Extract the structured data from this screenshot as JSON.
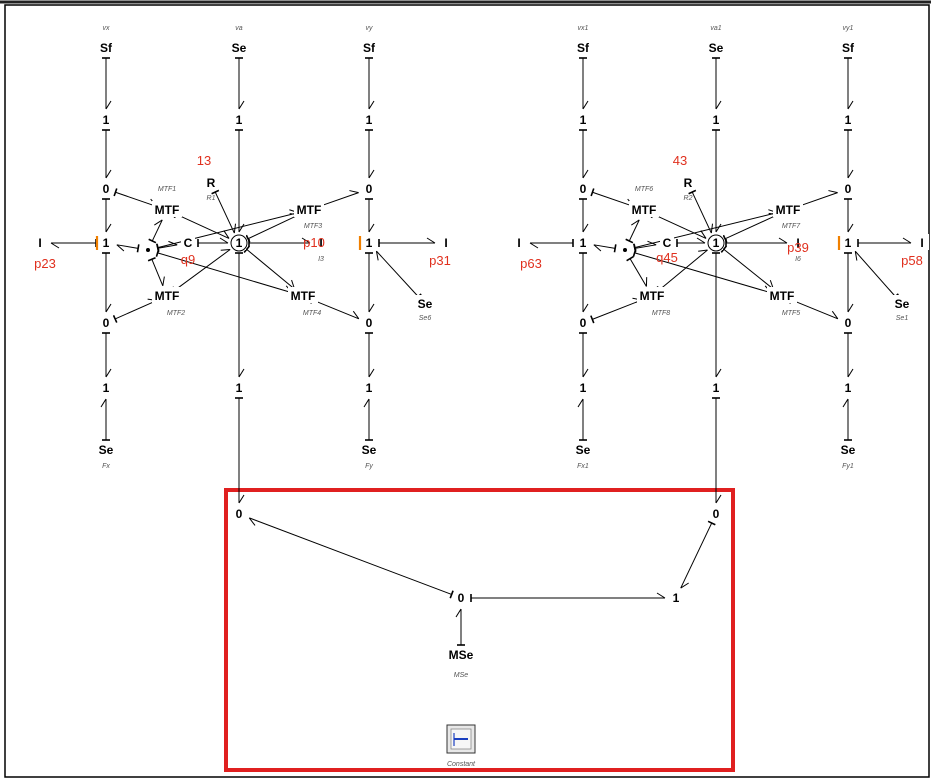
{
  "diagram": {
    "nodes": [
      {
        "id": "n_vx",
        "label": "Sf",
        "sub": "vx"
      },
      {
        "id": "n_va",
        "label": "Se",
        "sub": "va"
      },
      {
        "id": "n_vy",
        "label": "Sf",
        "sub": "vy"
      },
      {
        "id": "n_j1",
        "label": "1"
      },
      {
        "id": "n_j2",
        "label": "1"
      },
      {
        "id": "n_j3",
        "label": "1"
      },
      {
        "id": "n_j4",
        "label": "0"
      },
      {
        "id": "n_j5",
        "label": "0"
      },
      {
        "id": "n_R1",
        "label": "R",
        "sub": "R1"
      },
      {
        "id": "n_MTF1",
        "label": "MTF",
        "sub": "MTF1"
      },
      {
        "id": "n_MTF3",
        "label": "MTF",
        "sub": "MTF3"
      },
      {
        "id": "n_I1",
        "label": "I"
      },
      {
        "id": "n_J6",
        "label": "1"
      },
      {
        "id": "n_C",
        "label": "C"
      },
      {
        "id": "n_J7",
        "label": "1"
      },
      {
        "id": "n_I3",
        "label": "I",
        "sub": "I3"
      },
      {
        "id": "n_J8",
        "label": "1"
      },
      {
        "id": "n_I2",
        "label": "I"
      },
      {
        "id": "n_MTF2",
        "label": "MTF",
        "sub": "MTF2"
      },
      {
        "id": "n_MTF4",
        "label": "MTF",
        "sub": "MTF4"
      },
      {
        "id": "n_Se6",
        "label": "Se",
        "sub": "Se6"
      },
      {
        "id": "n_j9",
        "label": "0"
      },
      {
        "id": "n_j10",
        "label": "0"
      },
      {
        "id": "n_j11",
        "label": "1"
      },
      {
        "id": "n_j12",
        "label": "1"
      },
      {
        "id": "n_j13",
        "label": "1"
      },
      {
        "id": "n_Fx",
        "label": "Se",
        "sub": "Fx"
      },
      {
        "id": "n_Fy",
        "label": "Se",
        "sub": "Fy"
      },
      {
        "id": "m_vx",
        "label": "Sf",
        "sub": "vx1"
      },
      {
        "id": "m_va",
        "label": "Se",
        "sub": "va1"
      },
      {
        "id": "m_vy",
        "label": "Sf",
        "sub": "vy1"
      },
      {
        "id": "m_j1",
        "label": "1"
      },
      {
        "id": "m_j2",
        "label": "1"
      },
      {
        "id": "m_j3",
        "label": "1"
      },
      {
        "id": "m_j4",
        "label": "0"
      },
      {
        "id": "m_j5",
        "label": "0"
      },
      {
        "id": "m_R",
        "label": "R",
        "sub": "R2"
      },
      {
        "id": "m_MTF6",
        "label": "MTF",
        "sub": "MTF6"
      },
      {
        "id": "m_MTF7",
        "label": "MTF",
        "sub": "MTF7"
      },
      {
        "id": "m_I1",
        "label": "I"
      },
      {
        "id": "m_J6",
        "label": "1"
      },
      {
        "id": "m_C",
        "label": "C"
      },
      {
        "id": "m_J7",
        "label": "1"
      },
      {
        "id": "m_I3",
        "label": "I",
        "sub": "I6"
      },
      {
        "id": "m_J8",
        "label": "1"
      },
      {
        "id": "m_I2",
        "label": "I"
      },
      {
        "id": "m_MTF8",
        "label": "MTF",
        "sub": "MTF8"
      },
      {
        "id": "m_MTF5",
        "label": "MTF",
        "sub": "MTF5"
      },
      {
        "id": "m_Se1",
        "label": "Se",
        "sub": "Se1"
      },
      {
        "id": "m_j9",
        "label": "0"
      },
      {
        "id": "m_j10",
        "label": "0"
      },
      {
        "id": "m_j11",
        "label": "1"
      },
      {
        "id": "m_j12",
        "label": "1"
      },
      {
        "id": "m_j13",
        "label": "1"
      },
      {
        "id": "m_Fx",
        "label": "Se",
        "sub": "Fx1"
      },
      {
        "id": "m_Fy",
        "label": "Se",
        "sub": "Fy1"
      },
      {
        "id": "b_0L",
        "label": "0"
      },
      {
        "id": "b_0R",
        "label": "0"
      },
      {
        "id": "b_0C",
        "label": "0"
      },
      {
        "id": "b_1C",
        "label": "1"
      },
      {
        "id": "b_MSe",
        "label": "MSe",
        "sub": "MSe"
      }
    ],
    "annotations": [
      {
        "id": "a_13",
        "text": "13"
      },
      {
        "id": "a_q9",
        "text": "q9"
      },
      {
        "id": "a_p10",
        "text": "p10"
      },
      {
        "id": "a_p23",
        "text": "p23"
      },
      {
        "id": "a_p31",
        "text": "p31"
      },
      {
        "id": "a_43",
        "text": "43"
      },
      {
        "id": "a_q45",
        "text": "q45"
      },
      {
        "id": "a_p39",
        "text": "p39"
      },
      {
        "id": "a_p63",
        "text": "p63"
      },
      {
        "id": "a_p58",
        "text": "p58"
      }
    ],
    "constant_block": {
      "label": "Constant"
    },
    "colors": {
      "highlight_box": "#e02020",
      "annotation": "#e0301e",
      "causal_stroke": "#f08000"
    }
  }
}
